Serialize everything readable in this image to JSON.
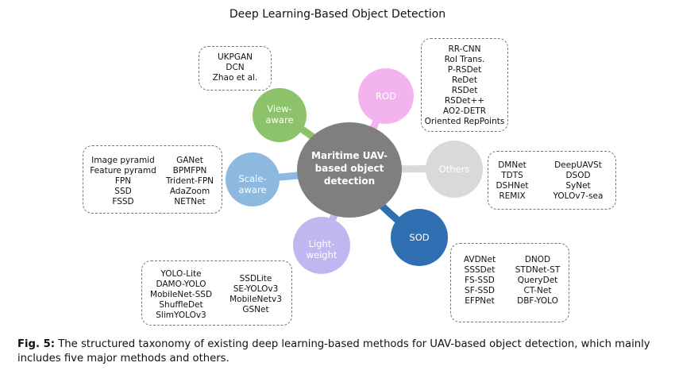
{
  "title": "Deep Learning-Based Object Detection",
  "center": {
    "lines": [
      "Maritime UAV-",
      "based object",
      "detection"
    ],
    "color": "#7f7f7f"
  },
  "nodes": {
    "view": {
      "lines": [
        "View-",
        "aware"
      ],
      "color": "#8cc26a"
    },
    "rod": {
      "lines": [
        "ROD"
      ],
      "color": "#f3b3ef"
    },
    "others": {
      "lines": [
        "Others"
      ],
      "color": "#d9d9d9"
    },
    "scale": {
      "lines": [
        "Scale-",
        "aware"
      ],
      "color": "#8db8e0"
    },
    "light": {
      "lines": [
        "Light-",
        "weight"
      ],
      "color": "#c1b6ef"
    },
    "sod": {
      "lines": [
        "SOD"
      ],
      "color": "#2f6fb1"
    }
  },
  "boxes": {
    "view": {
      "items": [
        "UKPGAN",
        "DCN",
        "Zhao et al."
      ]
    },
    "rod": {
      "items": [
        "RR-CNN",
        "RoI Trans.",
        "P-RSDet",
        "ReDet",
        "RSDet",
        "RSDet++",
        "AO2-DETR",
        "Oriented RepPoints"
      ]
    },
    "scale": {
      "left": [
        "Image pyramid",
        "Feature pyramd",
        "FPN",
        "SSD",
        "FSSD"
      ],
      "right": [
        "GANet",
        "BPMFPN",
        "Trident-FPN",
        "AdaZoom",
        "NETNet"
      ]
    },
    "others": {
      "left": [
        "DMNet",
        "TDTS",
        "DSHNet",
        "REMIX"
      ],
      "right": [
        "DeepUAVSt",
        "DSOD",
        "SyNet",
        "YOLOv7-sea"
      ]
    },
    "light": {
      "left": [
        "YOLO-Lite",
        "DAMO-YOLO",
        "MobileNet-SSD",
        "ShuffleDet",
        "SlimYOLOv3"
      ],
      "right": [
        "SSDLite",
        "SE-YOLOv3",
        "MobileNetv3",
        "GSNet"
      ]
    },
    "sod": {
      "left": [
        "AVDNet",
        "SSSDet",
        "FS-SSD",
        "SF-SSD",
        "EFPNet"
      ],
      "right": [
        "DNOD",
        "STDNet-ST",
        "QueryDet",
        "CT-Net",
        "DBF-YOLO"
      ]
    }
  },
  "caption": {
    "prefix": "Fig. 5:",
    "text": " The structured taxonomy of existing deep learning-based methods for UAV-based object detection, which mainly includes five major methods and others."
  }
}
